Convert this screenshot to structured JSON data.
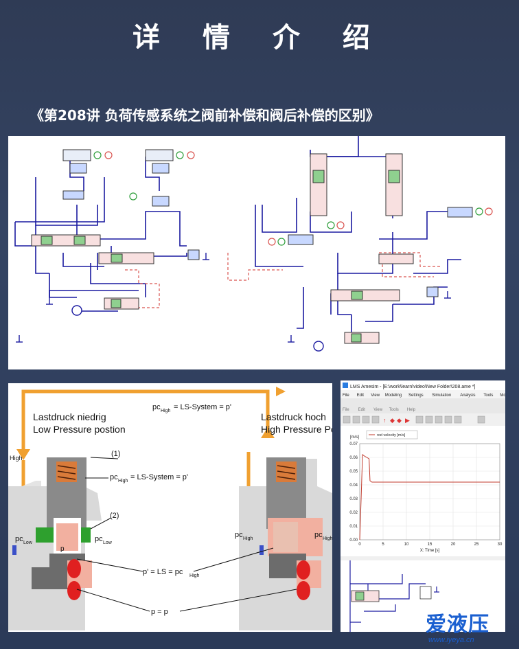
{
  "header": {
    "title": "详 情 介 绍",
    "lesson": "《第208讲 负荷传感系统之阀前补偿和阀后补偿的区别》"
  },
  "valve_diagram": {
    "top_formula": "pcHigh = LS-System = p'",
    "left_title_de": "Lastdruck niedrig",
    "left_title_en": "Low Pressure postion",
    "right_title_de": "Lastdruck hoch",
    "right_title_en": "High Pressure Po",
    "label_high": "High",
    "label_1": "(1)",
    "label_2": "(2)",
    "label_pc_high_eq": "= LS-System = p'",
    "label_pc": "pc",
    "label_low": "Low",
    "label_high_sub": "High",
    "label_p": "p",
    "label_p_prime_eq": "p' = LS = pc",
    "label_p_eq": "p = p"
  },
  "simulation": {
    "window_title": "LMS Amesim - [E:\\work\\learn\\video\\New Folder\\208.ame *]",
    "menu": [
      "File",
      "Edit",
      "View",
      "Modeling",
      "Settings",
      "Simulation",
      "Analysis",
      "Tools",
      "Mo"
    ],
    "sub_menu": [
      "File",
      "Edit",
      "View",
      "Tools",
      "Help"
    ],
    "y_unit": "[m/s]",
    "legend": "rod velocity [m/s]",
    "x_label": "X: Time [s]"
  },
  "chart_data": {
    "type": "line",
    "ylabel": "[m/s]",
    "xlabel": "X: Time [s]",
    "xlim": [
      0,
      30
    ],
    "ylim": [
      0,
      0.07
    ],
    "x_ticks": [
      0,
      5,
      10,
      15,
      20,
      25,
      30
    ],
    "y_ticks": [
      0,
      0.01,
      0.02,
      0.03,
      0.04,
      0.05,
      0.06,
      0.07
    ],
    "grid": true,
    "legend": "top-left",
    "series": [
      {
        "name": "rod velocity [m/s]",
        "color": "#c0392b",
        "x": [
          0,
          0.3,
          0.6,
          1.0,
          1.5,
          2.0,
          2.2,
          2.6,
          3.0,
          10,
          20,
          30
        ],
        "y": [
          0,
          0.03,
          0.062,
          0.061,
          0.06,
          0.059,
          0.043,
          0.042,
          0.042,
          0.042,
          0.042,
          0.042
        ]
      }
    ]
  },
  "watermark": {
    "brand": "爱液压",
    "url": "www.iyeya.cn"
  },
  "colors": {
    "background": "#2f3b55",
    "hydraulic_line": "#1a1aa0",
    "pilot_line": "#d9534f",
    "orange_line": "#f0a030",
    "green": "#2e9e3a",
    "red": "#e02020"
  }
}
